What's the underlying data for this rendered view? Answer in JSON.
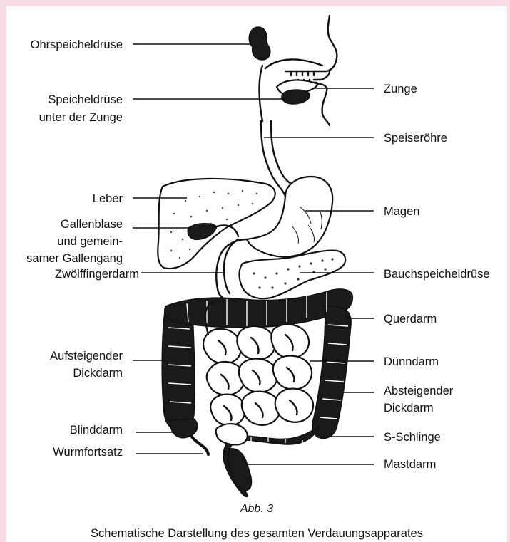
{
  "colors": {
    "frame": "#f9dde6",
    "ink": "#111111",
    "paper": "#ffffff"
  },
  "labels_left": {
    "ohrspeicheldruese": "Ohrspeicheldrüse",
    "speicheldruese_l1": "Speicheldrüse",
    "speicheldruese_l2": "unter der Zunge",
    "leber": "Leber",
    "gallenblase_l1": "Gallenblase",
    "gallenblase_l2": "und gemein-",
    "gallenblase_l3": "samer Gallengang",
    "zwoelffingerdarm": "Zwölffingerdarm",
    "aufsteigender_l1": "Aufsteigender",
    "aufsteigender_l2": "Dickdarm",
    "blinddarm": "Blinddarm",
    "wurmfortsatz": "Wurmfortsatz"
  },
  "labels_right": {
    "zunge": "Zunge",
    "speiseroehre": "Speiseröhre",
    "magen": "Magen",
    "bauchspeicheldruese": "Bauchspeicheldrüse",
    "querdarm": "Querdarm",
    "duenndarm": "Dünndarm",
    "absteigender_l1": "Absteigender",
    "absteigender_l2": "Dickdarm",
    "s_schlinge": "S-Schlinge",
    "mastdarm": "Mastdarm"
  },
  "figure_number": "Abb. 3",
  "caption": "Schematische Darstellung des gesamten Verdauungsapparates"
}
